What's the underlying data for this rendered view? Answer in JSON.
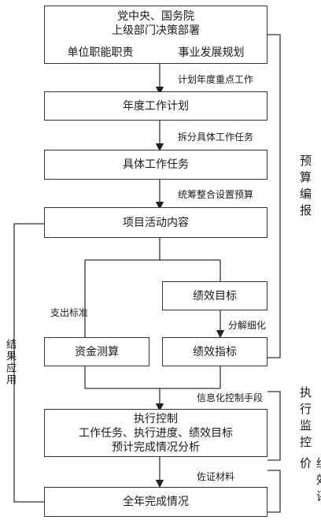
{
  "boxes": {
    "top": {
      "line1": "党中央、国务院",
      "line2": "上级部门决策部署",
      "left": "单位职能职责",
      "right": "事业发展规划"
    },
    "annual_plan": "年度工作计划",
    "specific_tasks": "具体工作任务",
    "project_content": "项目活动内容",
    "perf_goal": "绩效目标",
    "fund_calc": "资金测算",
    "perf_indicator": "绩效指标",
    "execution": {
      "line1": "执行控制",
      "line2": "工作任务、执行进度、绩效目标",
      "line3": "预计完成情况分析"
    },
    "annual_completion": "全年完成情况"
  },
  "edge_labels": {
    "plan_key_work": "计划年度重点工作",
    "split_tasks": "拆分具体工作任务",
    "budget_setting": "统筹整合设置预算",
    "expense_standard": "支出标准",
    "decompose": "分解细化",
    "info_control": "信息化控制手段",
    "evidence": "佐证材料"
  },
  "phases": {
    "budget": "预算编报",
    "monitor": "执行监控",
    "evaluation": "绩效评价",
    "result_use": "结果应用"
  }
}
